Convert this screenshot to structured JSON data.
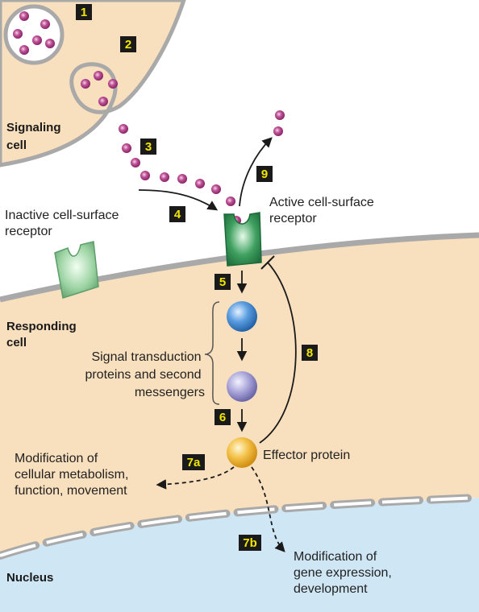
{
  "labels": {
    "signaling_cell": [
      "Signaling",
      "cell"
    ],
    "responding_cell": [
      "Responding",
      "cell"
    ],
    "nucleus": "Nucleus",
    "inactive_receptor": [
      "Inactive cell-surface",
      "receptor"
    ],
    "active_receptor": [
      "Active cell-surface",
      "receptor"
    ],
    "signal_transduction": [
      "Signal transduction",
      "proteins and second",
      "messengers"
    ],
    "effector_protein": "Effector protein",
    "metabolism": [
      "Modification of",
      "cellular metabolism,",
      "function, movement"
    ],
    "gene_expression": [
      "Modification of",
      "gene expression,",
      "development"
    ]
  },
  "steps": [
    "1",
    "2",
    "3",
    "4",
    "5",
    "6",
    "7a",
    "7b",
    "8",
    "9"
  ],
  "colors": {
    "cell_fill": "#f8dfbd",
    "membrane": "#a9a9a9",
    "nucleus_fill": "#cfe6f4",
    "signal_molecule": "#a8327f",
    "receptor": "#2f8f52",
    "transduction_1": "#4a8fd0",
    "transduction_2": "#9b97d0",
    "effector": "#f0b834",
    "step_box": "#1a1a1a",
    "step_text": "#f2e600"
  }
}
